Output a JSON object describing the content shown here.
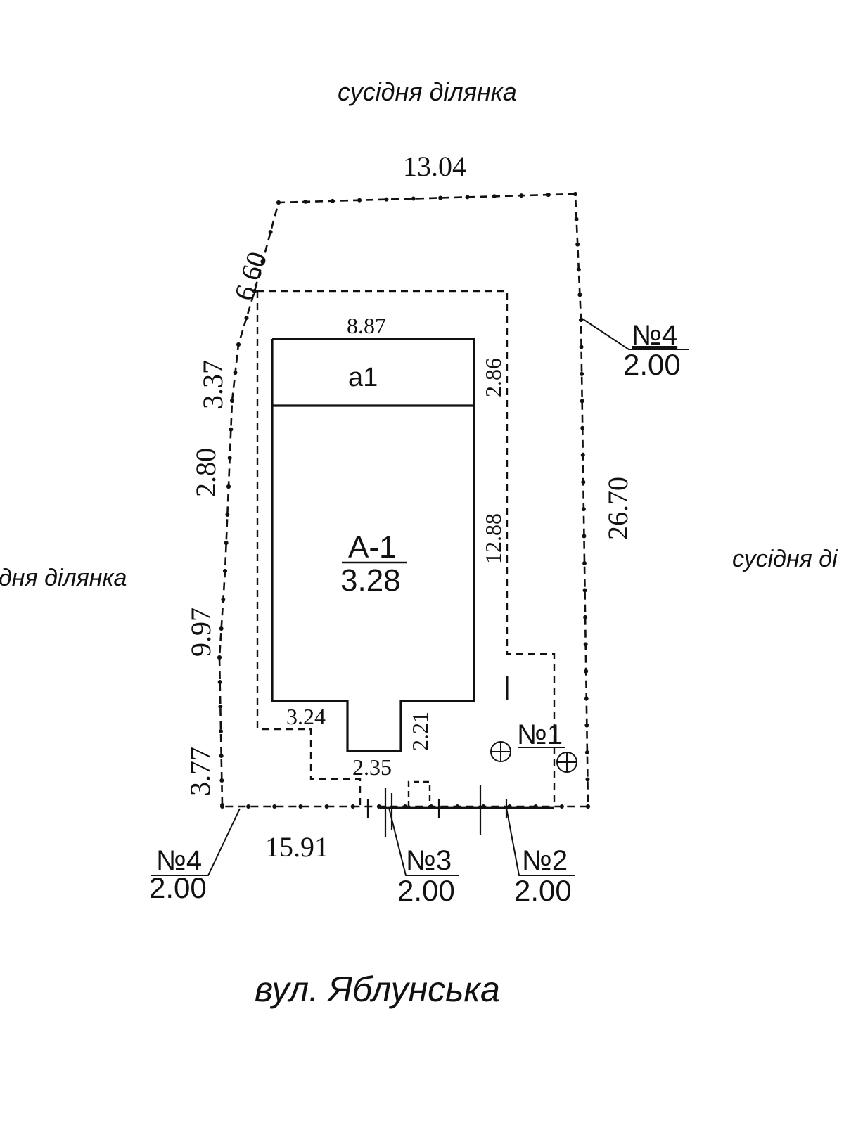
{
  "neighbors": {
    "top": "сусідня ділянка",
    "left": "дня ділянка",
    "right": "сусідня ді"
  },
  "street": "вул. Яблунська",
  "plot": {
    "top": "13.04",
    "diag": "6.60",
    "right": "26.70",
    "bottom": "15.91",
    "left_segments": [
      "3.37",
      "2.80",
      "9.97",
      "3.77"
    ]
  },
  "building": {
    "width": "8.87",
    "part_a1": {
      "label": "а1",
      "depth": "2.86"
    },
    "main": {
      "label": "А-1",
      "height_value": "3.28",
      "depth": "12.88"
    },
    "notch": {
      "left_width": "3.24",
      "width": "2.35",
      "depth": "2.21"
    }
  },
  "markers": [
    {
      "num": "№4",
      "value": "2.00"
    },
    {
      "num": "№4",
      "value": "2.00"
    },
    {
      "num": "№3",
      "value": "2.00"
    },
    {
      "num": "№2",
      "value": "2.00"
    },
    {
      "num": "№1"
    }
  ],
  "colors": {
    "ink": "#111111",
    "background": "#ffffff"
  }
}
